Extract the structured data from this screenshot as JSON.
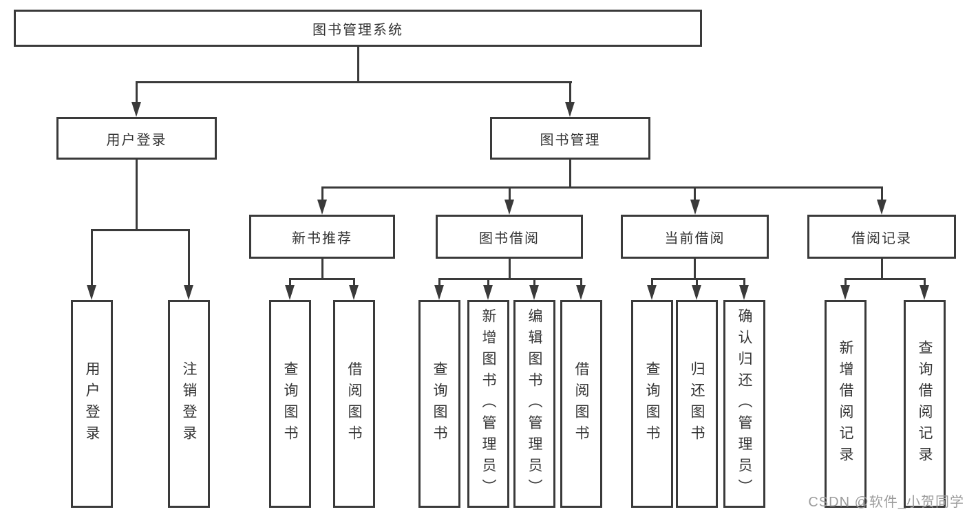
{
  "diagram_type": "hierarchy-diagram",
  "hierarchy": {
    "root": "图书管理系统",
    "children": [
      {
        "label": "用户登录",
        "children": [
          "用户登录",
          "注销登录"
        ]
      },
      {
        "label": "图书管理",
        "children": [
          {
            "label": "新书推荐",
            "children": [
              "查询图书",
              "借阅图书"
            ]
          },
          {
            "label": "图书借阅",
            "children": [
              "查询图书",
              "新增图书（管理员）",
              "编辑图书（管理员）",
              "借阅图书"
            ]
          },
          {
            "label": "当前借阅",
            "children": [
              "查询图书",
              "归还图书",
              "确认归还（管理员）"
            ]
          },
          {
            "label": "借阅记录",
            "children": [
              "新增借阅记录",
              "查询借阅记录"
            ]
          }
        ]
      }
    ]
  },
  "watermark": "CSDN @软件_小贺同学",
  "colors": {
    "line": "#3a3a3a",
    "box_border": "#3a3a3a",
    "text": "#353535",
    "watermark": "#9c9c9c",
    "background": "#ffffff"
  }
}
